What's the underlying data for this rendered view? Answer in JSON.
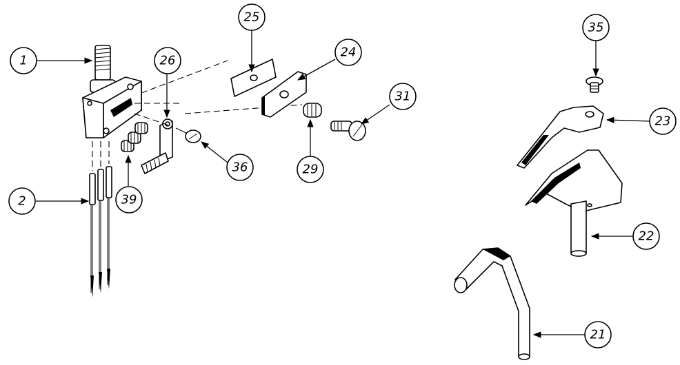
{
  "callouts": {
    "c1": "1",
    "c2": "2",
    "c21": "21",
    "c22": "22",
    "c23": "23",
    "c24": "24",
    "c25": "25",
    "c26": "26",
    "c29": "29",
    "c31": "31",
    "c35": "35",
    "c36": "36",
    "c39": "39"
  }
}
